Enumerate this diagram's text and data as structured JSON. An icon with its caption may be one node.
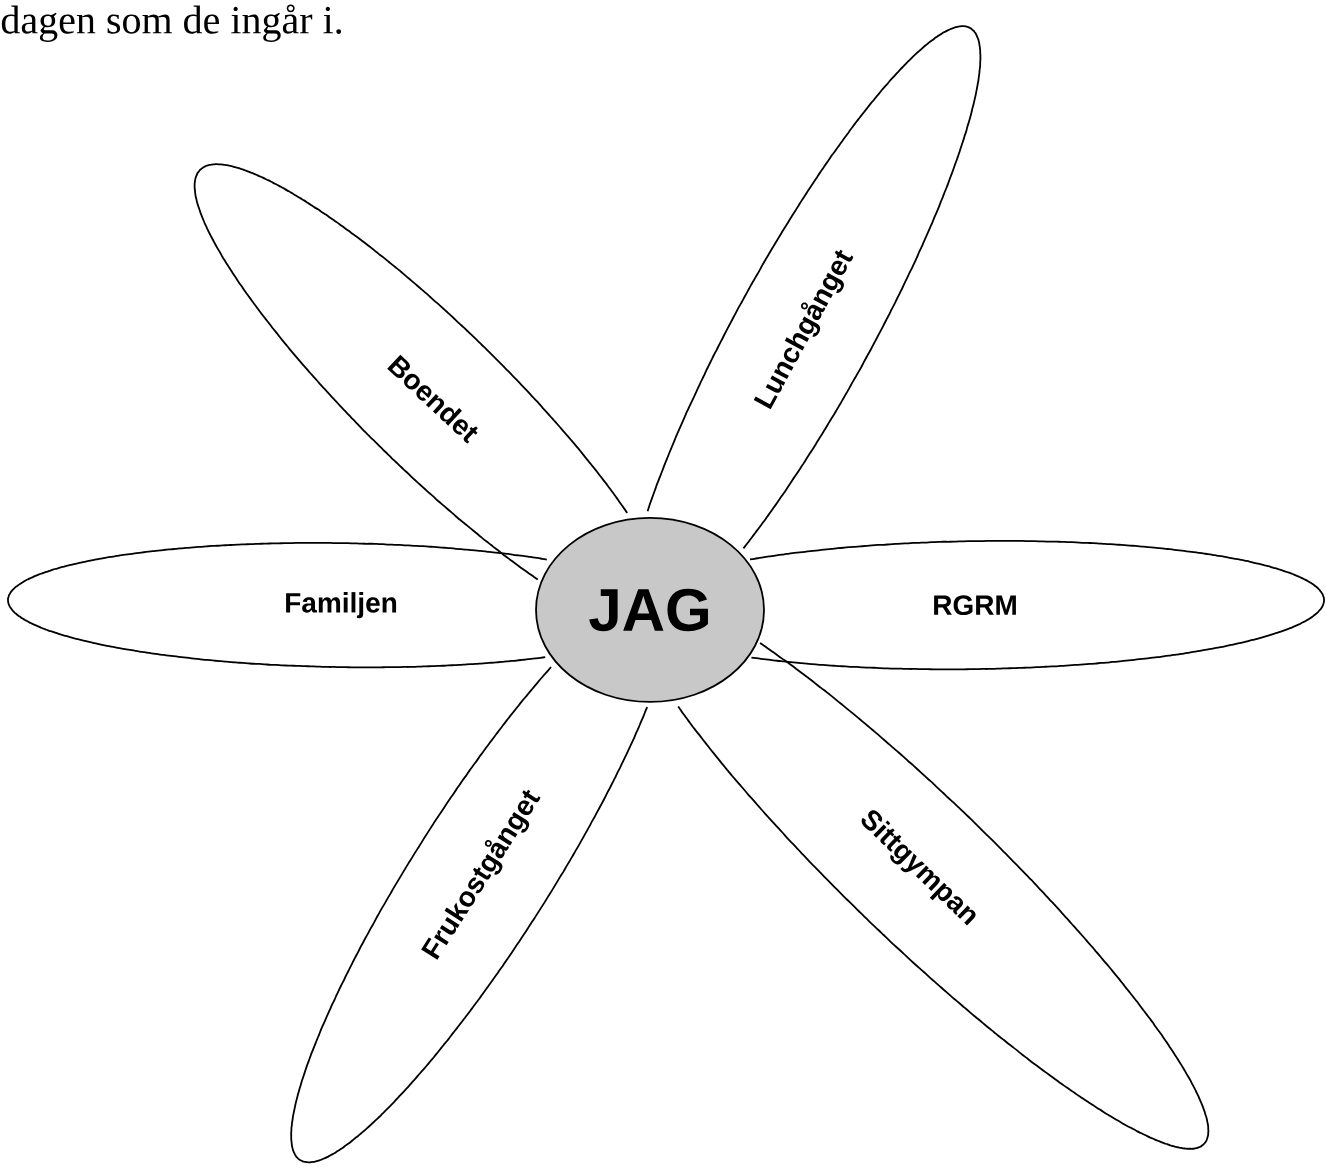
{
  "diagram": {
    "nodes": [
      {
        "text": [
          "JAG"
        ]
      },
      {
        "text": [
          "Boendet"
        ]
      },
      {
        "text": [
          "Lunchgånget"
        ]
      },
      {
        "text": [
          "Familjen"
        ]
      },
      {
        "text": [
          "RGRM"
        ]
      },
      {
        "text": [
          "Frukostgånget"
        ]
      },
      {
        "text": [
          "Sittgympan"
        ]
      }
    ],
    "labels": [
      "dagen som de ingår i."
    ]
  }
}
